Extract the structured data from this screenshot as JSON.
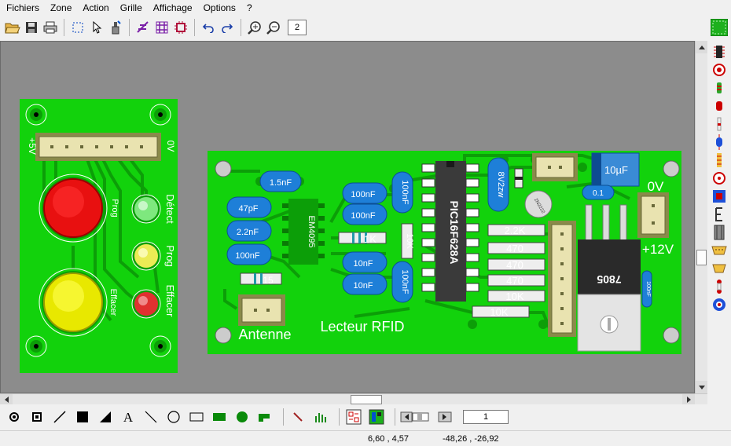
{
  "menu": [
    "Fichiers",
    "Zone",
    "Action",
    "Grille",
    "Affichage",
    "Options",
    "?"
  ],
  "toolbar": {
    "icons": [
      "open-folder-icon",
      "save-icon",
      "print-icon",
      "select-rect-icon",
      "pointer-icon",
      "tool-icon",
      "route-icon",
      "grid-icon",
      "component-icon",
      "undo-icon",
      "redo-icon",
      "zoom-in-icon",
      "zoom-out-icon"
    ],
    "zoom_value": "2"
  },
  "board_left": {
    "labels": {
      "plus5": "+5V",
      "zero": "0V",
      "prog_button": "Prog",
      "effacer_button": "Effacer",
      "led_detect": "Détect",
      "led_prog": "Prog",
      "led_effacer": "Effacer"
    }
  },
  "board_right": {
    "title": "Lecteur RFID",
    "antenna": "Antenne",
    "supply_12v": "+12V",
    "supply_0v": "0V",
    "ic_main": "PIC16F628A",
    "ic_rfid": "EM4095",
    "regulator": "7805",
    "zener": "8V2zw",
    "transistor": "2N2222",
    "capacitors": [
      "1.5nF",
      "47pF",
      "2.2nF",
      "100nF",
      "100nF",
      "100nF",
      "10nF",
      "10nF",
      "100nF",
      "100nF",
      "10µF",
      "0.1",
      "100nF"
    ],
    "resistors": [
      "1K",
      "10K",
      "15",
      "2.2K",
      "470",
      "470",
      "470",
      "10K",
      "10K"
    ]
  },
  "colors": {
    "board_green": "#12d20c",
    "board_dark": "#0c9e08",
    "canvas_bg": "#8c8c8c",
    "cap_blue": "#1e7fd8"
  },
  "bottom_toolbar": {
    "icons": [
      "pad-round-icon",
      "pad-square-icon",
      "line-icon",
      "filled-rect-icon",
      "triangle-icon",
      "text-icon",
      "diagonal-line-icon",
      "circle-icon",
      "rectangle-icon",
      "filled-rect-green-icon",
      "filled-circle-icon",
      "connector-icon",
      "pen-icon",
      "component-library-icon",
      "layer-top-icon",
      "layer-bottom-icon",
      "nav-first-icon",
      "nav-prev-icon",
      "nav-next-icon"
    ],
    "page_value": "1"
  },
  "status": {
    "cursor": "6,60 , 4,57",
    "delta": "-48,26 , -26,92"
  },
  "palette": [
    "board-icon",
    "ic-dip-icon",
    "transistor-icon",
    "resistor-icon",
    "capacitor-icon",
    "diode-icon",
    "capacitor-blue-icon",
    "resistor-array-icon",
    "led-icon",
    "chip-icon",
    "connector-e-icon",
    "connector-block-icon",
    "sub-d-icon",
    "sub-d-small-icon",
    "fuse-icon",
    "relay-icon"
  ]
}
